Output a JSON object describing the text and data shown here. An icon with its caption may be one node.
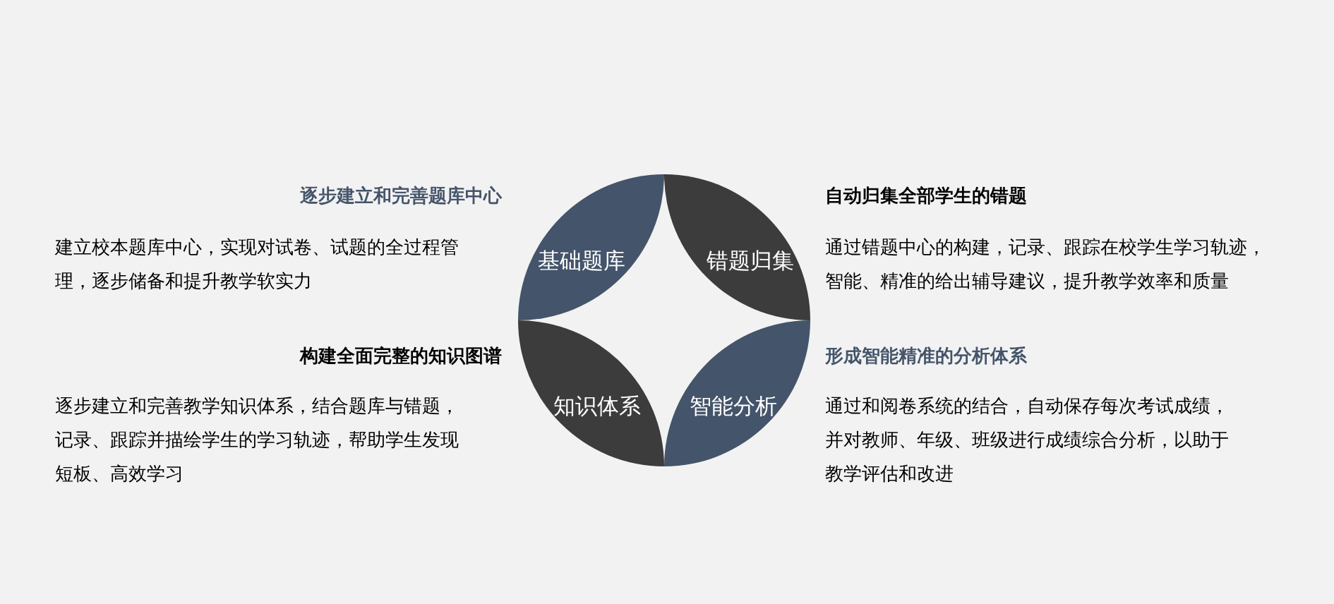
{
  "diagram": {
    "nodes": [
      {
        "text": [
          "基础题库"
        ]
      },
      {
        "text": [
          "错题归集"
        ]
      },
      {
        "text": [
          "知识体系"
        ]
      },
      {
        "text": [
          "智能分析"
        ]
      }
    ],
    "labels": [
      "逐步建立和完善题库中心",
      "建立校本题库中心，实现对试卷、试题的全过程管理，逐步储备和提升教学软实力",
      "自动归集全部学生的错题",
      "通过错题中心的构建，记录、跟踪在校学生学习轨迹，智能、精准的给出辅导建议，提升教学效率和质量",
      "构建全面完整的知识图谱",
      "逐步建立和完善教学知识体系，结合题库与错题，记录、跟踪并描绘学生的学习轨迹，帮助学生发现短板、高效学习",
      "形成智能精准的分析体系",
      "通过和阅卷系统的结合，自动保存每次考试成绩，并对教师、年级、班级进行成绩综合分析，以助于教学评估和改进"
    ]
  }
}
